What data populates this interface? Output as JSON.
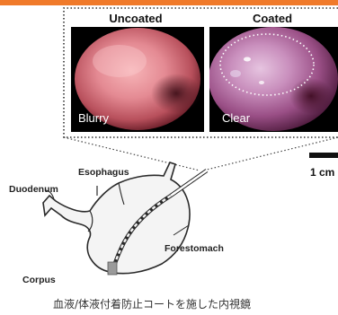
{
  "colors": {
    "top_bar": "#f07a2a",
    "frame_dots": "#333333",
    "stomach_fill": "#f4f4f4",
    "stomach_stroke": "#2a2a2a"
  },
  "panels": [
    {
      "title": "Uncoated",
      "caption": "Blurry"
    },
    {
      "title": "Coated",
      "caption": "Clear"
    }
  ],
  "scale_bar": {
    "label": "1 cm"
  },
  "anatomy": {
    "esophagus": "Esophagus",
    "duodenum": "Duodenum",
    "forestomach": "Forestomach",
    "corpus": "Corpus"
  },
  "caption": "血液/体液付着防止コートを施した内視鏡"
}
